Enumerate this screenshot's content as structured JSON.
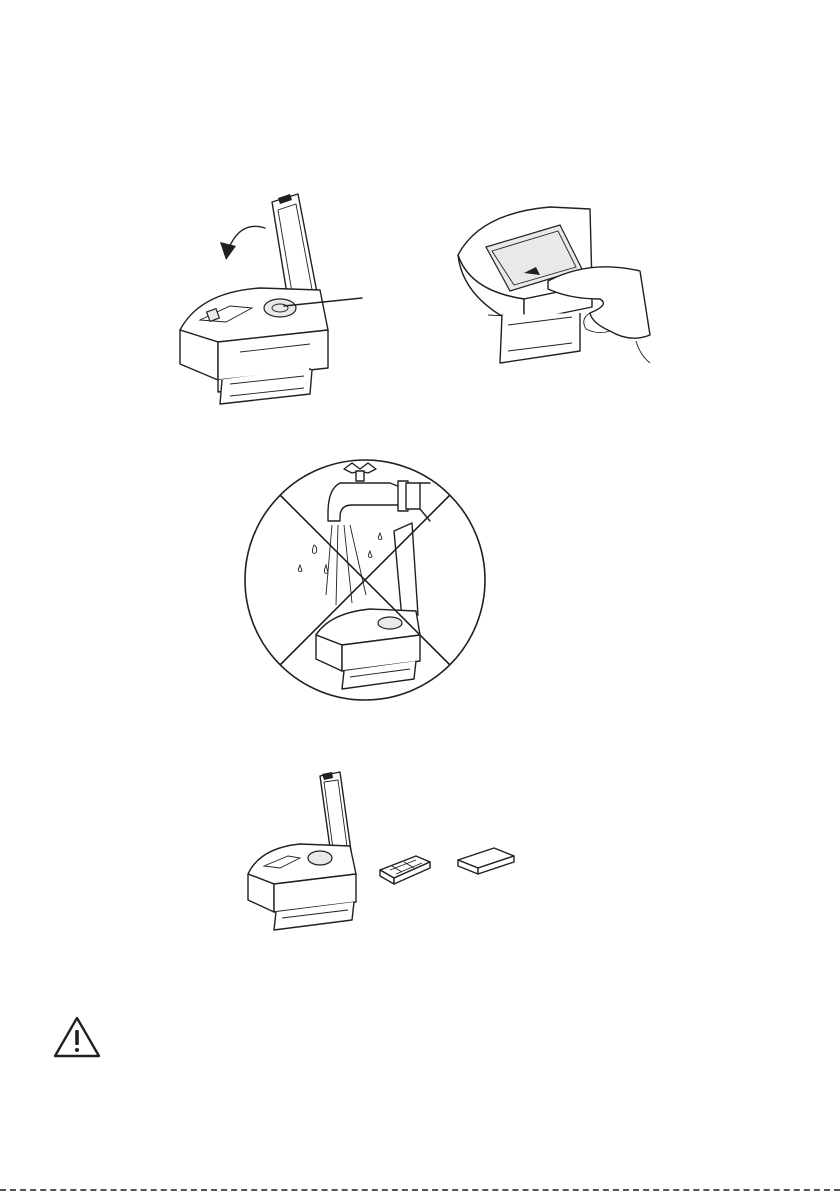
{
  "figures": [
    {
      "id": "open-lid",
      "callouts": 1
    },
    {
      "id": "press-release"
    },
    {
      "id": "no-water-wash",
      "prohibited": true
    },
    {
      "id": "parts-separated",
      "parts": 3
    }
  ],
  "warning": {
    "icon": "warning-triangle-icon"
  },
  "colors": {
    "line": "#231f20",
    "background": "#ffffff",
    "shade": "#e9e9e9"
  }
}
